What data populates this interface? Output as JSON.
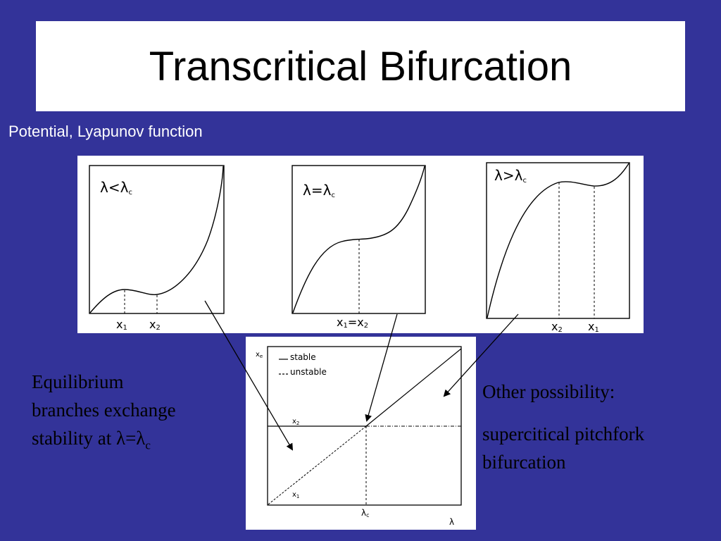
{
  "slide": {
    "title": "Transcritical Bifurcation",
    "subtitle": "Potential, Lyapunov function",
    "background_color": "#333399"
  },
  "potential_plots": [
    {
      "condition": "λ<λc",
      "lambda": "λ",
      "relation": "<",
      "lambda_c": "λ",
      "sub_c": "c",
      "labels": [
        {
          "main": "x",
          "sub": "1"
        },
        {
          "main": "x",
          "sub": "2"
        }
      ]
    },
    {
      "condition": "λ=λc",
      "lambda": "λ",
      "relation": "=",
      "lambda_c": "λ",
      "sub_c": "c",
      "labels": [
        {
          "main": "x",
          "sub": "1"
        },
        {
          "main": "=",
          "sub": ""
        },
        {
          "main": "x",
          "sub": "2"
        }
      ]
    },
    {
      "condition": "λ>λc",
      "lambda": "λ",
      "relation": ">",
      "lambda_c": "λ",
      "sub_c": "c",
      "labels": [
        {
          "main": "x",
          "sub": "2"
        },
        {
          "main": "x",
          "sub": "1"
        }
      ]
    }
  ],
  "bifurcation_diagram": {
    "y_axis_label": "x",
    "y_axis_sub": "e",
    "x_axis_label": "λ",
    "legend": [
      {
        "style": "solid",
        "label": "stable"
      },
      {
        "style": "dashed",
        "label": "unstable"
      }
    ],
    "x2_main": "x",
    "x2_sub": "2",
    "x1_main": "x",
    "x1_sub": "1",
    "lambda_c_main": "λ",
    "lambda_c_sub": "c"
  },
  "left_text": {
    "line1": "Equilibrium",
    "line2": "branches exchange",
    "line3_prefix": "stability at λ=λ",
    "line3_sub": "c"
  },
  "right_text": {
    "line1": "Other possibility:",
    "line2": "supercitical pitchfork",
    "line3": "bifurcation"
  }
}
